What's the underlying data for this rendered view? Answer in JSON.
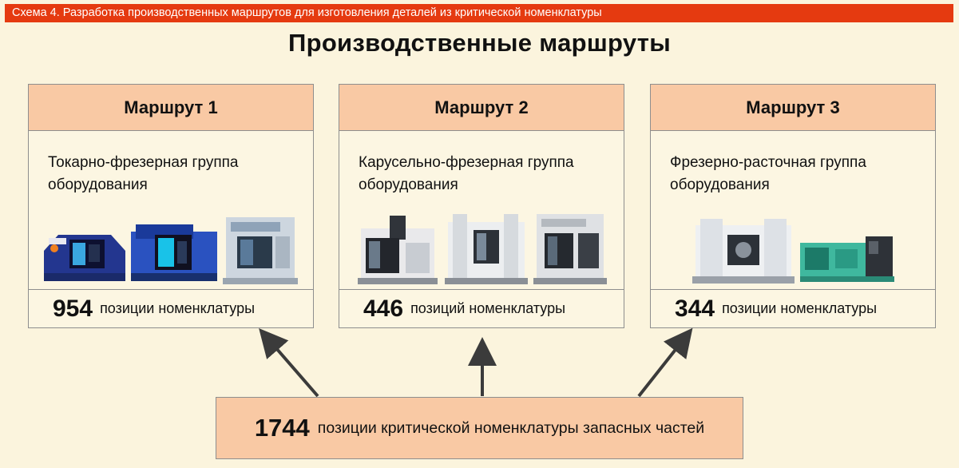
{
  "banner": {
    "label": "Схема 4. Разработка производственных маршрутов для изготовления деталей из критической номенклатуры"
  },
  "title": "Производственные маршруты",
  "routes": [
    {
      "name": "Маршрут 1",
      "description": "Токарно-фрезерная группа оборудования",
      "count": "954",
      "count_label": "позиции номенклатуры",
      "machines": "turn-mill machines (3)"
    },
    {
      "name": "Маршрут 2",
      "description": "Карусельно-фрезерная группа оборудования",
      "count": "446",
      "count_label": "позиций номенклатуры",
      "machines": "vertical turning-milling machines (3)"
    },
    {
      "name": "Маршрут 3",
      "description": "Фрезерно-расточная группа оборудования",
      "count": "344",
      "count_label": "позиции номенклатуры",
      "machines": "milling-boring machines (2)"
    }
  ],
  "total": {
    "count": "1744",
    "label": "позиции критической номенклатуры запасных частей"
  },
  "colors": {
    "banner": "#e53a10",
    "peach": "#f9c9a4",
    "background": "#fbf4dd",
    "border": "#8e8e8e",
    "arrow": "#3b3b3b"
  }
}
